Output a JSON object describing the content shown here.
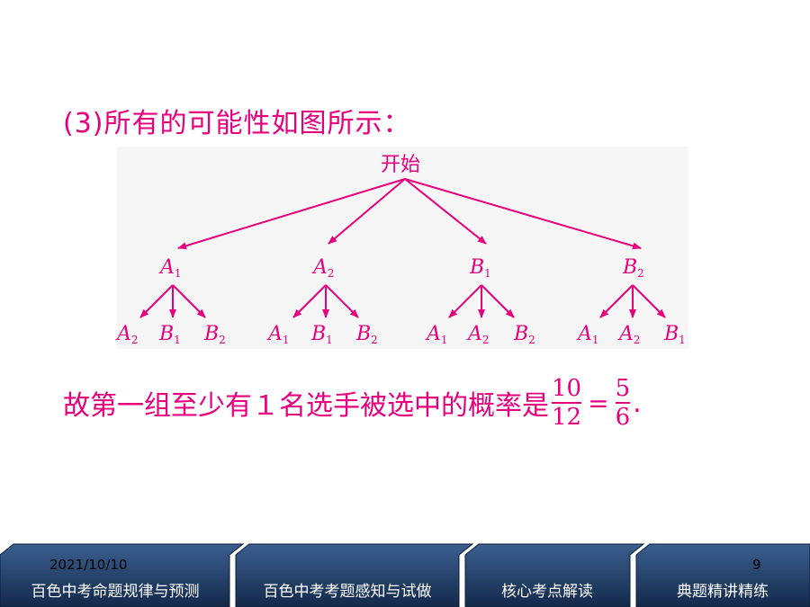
{
  "slide": {
    "heading": "(3)所有的可能性如图所示：",
    "conclusion_text": "故第一组至少有１名选手被选中的概率是",
    "fraction1": {
      "num": "10",
      "den": "12"
    },
    "equals": "=",
    "fraction2": {
      "num": "5",
      "den": "6"
    },
    "period": "."
  },
  "tree": {
    "root": "开始",
    "level1": [
      {
        "letter": "A",
        "sub": "1"
      },
      {
        "letter": "A",
        "sub": "2"
      },
      {
        "letter": "B",
        "sub": "1"
      },
      {
        "letter": "B",
        "sub": "2"
      }
    ],
    "level2": [
      [
        {
          "letter": "A",
          "sub": "2"
        },
        {
          "letter": "B",
          "sub": "1"
        },
        {
          "letter": "B",
          "sub": "2"
        }
      ],
      [
        {
          "letter": "A",
          "sub": "1"
        },
        {
          "letter": "B",
          "sub": "1"
        },
        {
          "letter": "B",
          "sub": "2"
        }
      ],
      [
        {
          "letter": "A",
          "sub": "1"
        },
        {
          "letter": "A",
          "sub": "2"
        },
        {
          "letter": "B",
          "sub": "2"
        }
      ],
      [
        {
          "letter": "A",
          "sub": "1"
        },
        {
          "letter": "A",
          "sub": "2"
        },
        {
          "letter": "B",
          "sub": "1"
        }
      ]
    ]
  },
  "footer": {
    "date": "2021/10/10",
    "page": "9",
    "tabs": [
      "百色中考命题规律与预测",
      "百色中考考题感知与试做",
      "核心考点解读",
      "典题精讲精练"
    ]
  },
  "colors": {
    "accent": "#e6007e",
    "nav": "#1f3d66"
  }
}
